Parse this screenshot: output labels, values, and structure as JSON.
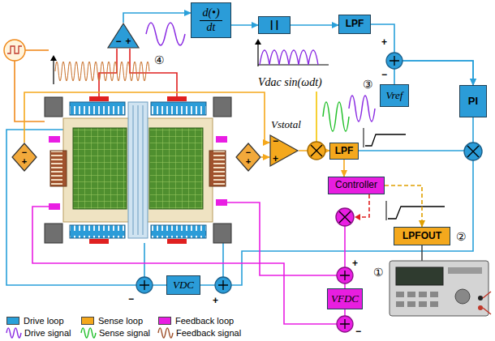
{
  "diagram": {
    "nodes": [
      {
        "text": [
          "d(•)",
          "dt"
        ]
      },
      {
        "text": [
          "| |"
        ]
      },
      {
        "text": [
          "LPF"
        ]
      },
      {
        "text": [
          "−",
          "+"
        ]
      },
      {
        "text": [
          "Vref"
        ]
      },
      {
        "text": [
          "PI"
        ]
      },
      {
        "text": [
          "−",
          "+"
        ]
      },
      {
        "text": [
          "LPF"
        ]
      },
      {
        "text": [
          "−",
          "+"
        ]
      },
      {
        "text": [
          "−",
          "+"
        ]
      },
      {
        "text": [
          "Controller"
        ]
      },
      {
        "text": [
          "LPFOUT"
        ]
      },
      {
        "text": [
          "VDC"
        ]
      },
      {
        "text": [
          "VFDC"
        ]
      }
    ],
    "edges": [
      {
        "from": 3,
        "to": 0,
        "arrow": "to"
      },
      {
        "from": 0,
        "to": 1,
        "arrow": "to"
      },
      {
        "from": 1,
        "to": 2,
        "arrow": "to"
      },
      {
        "from": 2,
        "to": 5,
        "arrow": "to"
      },
      {
        "from": 4,
        "to": 5,
        "arrow": "to"
      },
      {
        "from": 8,
        "to": 6,
        "arrow": "to"
      },
      {
        "from": 9,
        "to": 6,
        "arrow": "to"
      },
      {
        "from": 6,
        "to": 7,
        "arrow": "to"
      },
      {
        "from": 7,
        "to": 10,
        "arrow": "to"
      },
      {
        "from": 10,
        "to": 11,
        "arrow": "to"
      }
    ],
    "labels": [
      "④",
      "+",
      "−",
      "Vdac sin(ωdt)",
      "③",
      "Vstotal",
      "②",
      "①",
      "−",
      "+",
      "+",
      "−"
    ],
    "legend": [
      {
        "text": "Drive loop",
        "color": "#29a0da"
      },
      {
        "text": "Sense loop",
        "color": "#f5a81c"
      },
      {
        "text": "Feedback loop",
        "color": "#e91ee3"
      },
      {
        "text": "Drive signal"
      },
      {
        "text": "Sense signal"
      },
      {
        "text": "Feedback signal"
      }
    ]
  }
}
